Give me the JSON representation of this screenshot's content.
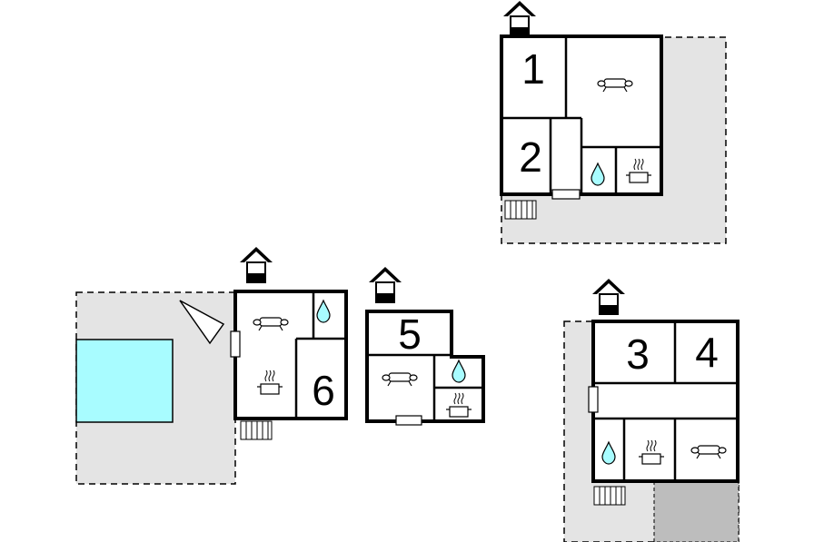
{
  "floorplan": {
    "colors": {
      "outdoor_area": "#e4e4e4",
      "pool": "#a8fcff",
      "water_drop": "#a8fcff",
      "wall": "#000000",
      "terrace": "#bdbdbd"
    },
    "room_labels": {
      "room_1": "1",
      "room_2": "2",
      "room_3": "3",
      "room_4": "4",
      "room_5": "5",
      "room_6": "6"
    },
    "icons": [
      "entrance-house-icon",
      "sofa-icon",
      "water-drop-icon",
      "kitchen-pot-icon",
      "door-icon",
      "stairs-icon",
      "sun-lounger-icon"
    ]
  }
}
